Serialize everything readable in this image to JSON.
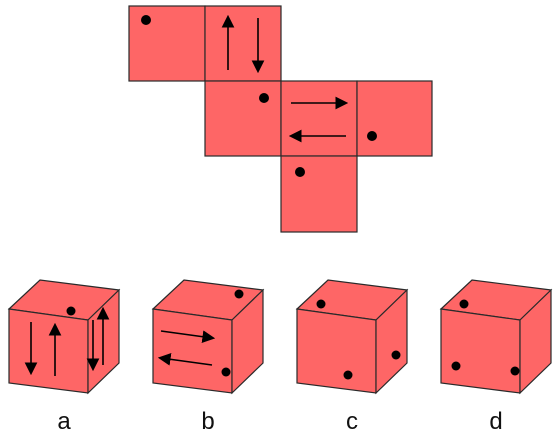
{
  "colors": {
    "face": "#fe6666",
    "outline": "#2a2a2a",
    "mark": "#000000"
  },
  "net": {
    "faces": [
      {
        "id": "f1",
        "mark": "dot"
      },
      {
        "id": "f2",
        "mark": "arrows-vertical-up-down"
      },
      {
        "id": "f3",
        "mark": "dot"
      },
      {
        "id": "f4",
        "mark": "arrows-horizontal-right-left"
      },
      {
        "id": "f5",
        "mark": "dot"
      },
      {
        "id": "f6",
        "mark": "dot"
      }
    ]
  },
  "options": [
    {
      "label": "a"
    },
    {
      "label": "b"
    },
    {
      "label": "c"
    },
    {
      "label": "d"
    }
  ]
}
